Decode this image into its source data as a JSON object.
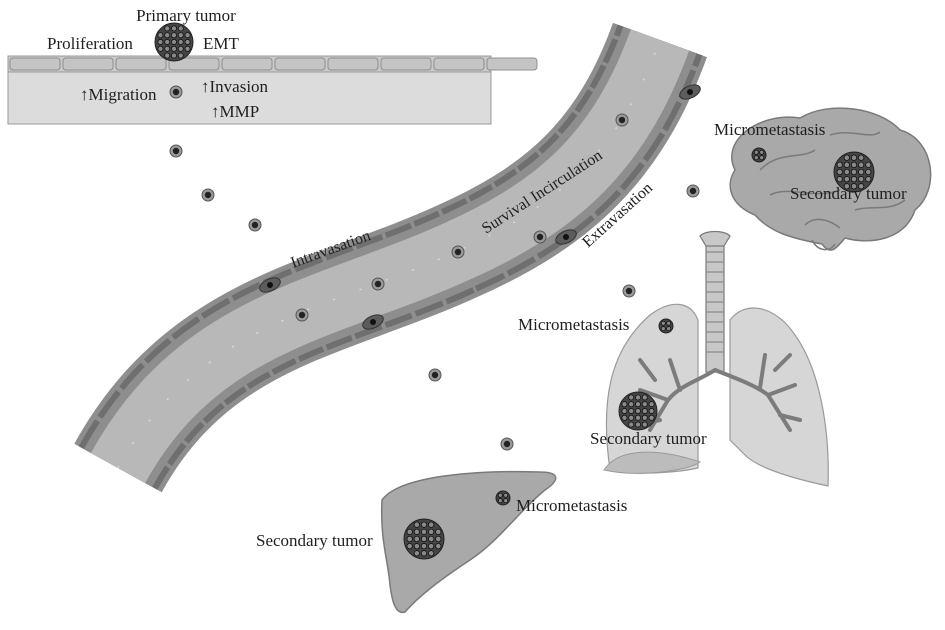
{
  "colors": {
    "background": "#ffffff",
    "epithelium_fill": "#dcdcdc",
    "epithelium_cells": "#c4c4c4",
    "vessel_wall": "#8e8e8e",
    "vessel_cells": "#6d6d6d",
    "vessel_lumen": "#b8b8b8",
    "organ_fill": "#a9a9a9",
    "organ_light": "#d6d6d6",
    "airway": "#7c7c7c",
    "tumor_cell": "#222222"
  },
  "icons": [
    "tumor-cell-icon",
    "tumor-cluster-icon",
    "brain-icon",
    "lungs-icon",
    "liver-icon",
    "blood-vessel-icon"
  ],
  "labels": {
    "primary_tumor": "Primary tumor",
    "proliferation": "Proliferation",
    "emt": "EMT",
    "migration": "↑Migration",
    "invasion": "↑Invasion",
    "mmp": "↑MMP",
    "intravasation": "Intravasation",
    "survival": "Survival Incirculation",
    "extravasation": "Extravasation",
    "brain_micro": "Micrometastasis",
    "brain_secondary": "Secondary  tumor",
    "lung_micro": "Micrometastasis",
    "lung_secondary": "Secondary  tumor",
    "liver_micro": "Micrometastasis",
    "liver_secondary": "Secondary  tumor"
  }
}
